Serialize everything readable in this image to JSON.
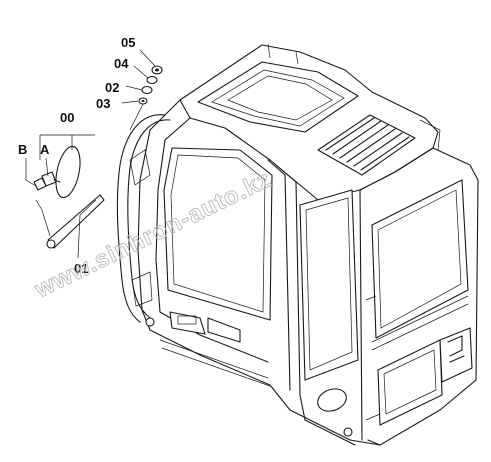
{
  "callouts": {
    "c05": "05",
    "c04": "04",
    "c02": "02",
    "c03": "03",
    "c00": "00",
    "cB": "B",
    "cA": "A",
    "c01": "01"
  },
  "watermark": "www.sinhron-auto.kz"
}
